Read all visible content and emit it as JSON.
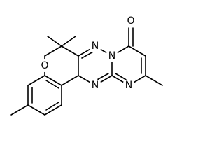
{
  "structure": {
    "atom_labels": {
      "ring_oxygen": "O",
      "carbonyl_oxygen": "O",
      "n_triazine_upper": "N",
      "n_bridgehead": "N",
      "n_triazine_lower": "N",
      "n_pyrimidine": "N"
    }
  },
  "colors": {
    "bond": "#000000",
    "background": "#ffffff"
  }
}
